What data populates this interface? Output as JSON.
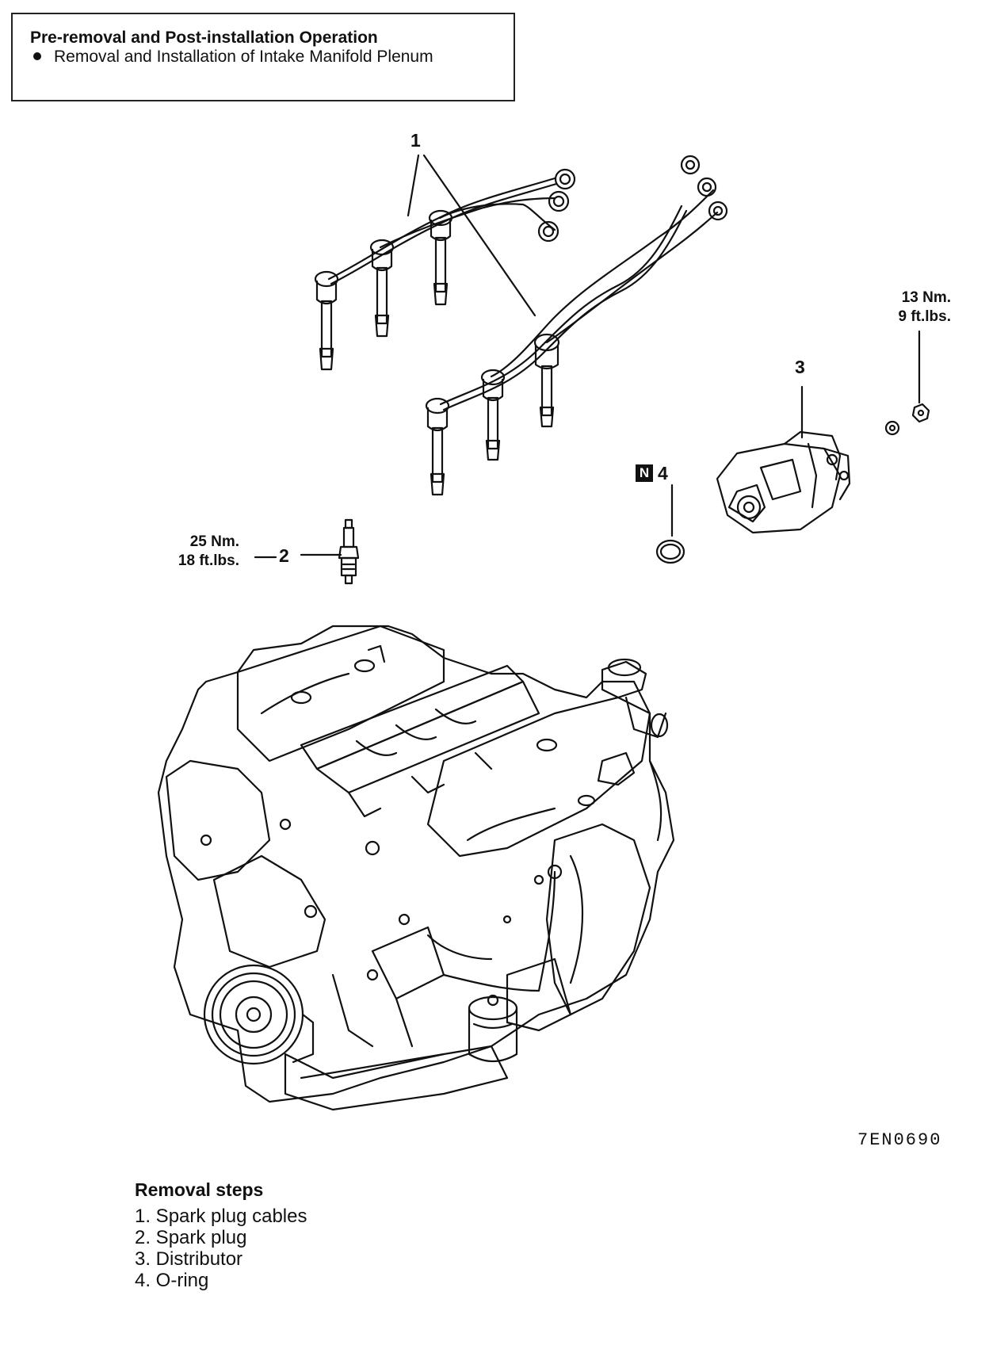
{
  "header_box": {
    "title": "Pre-removal and Post-installation Operation",
    "item": "Removal and Installation of Intake Manifold Plenum"
  },
  "callouts": {
    "c1": "1",
    "c2": "2",
    "c3": "3",
    "c4": "4",
    "n_badge": "N"
  },
  "torque": {
    "distributor_nm": "13 Nm.",
    "distributor_ftlbs": "9 ft.lbs.",
    "spark_plug_nm": "25 Nm.",
    "spark_plug_ftlbs": "18 ft.lbs."
  },
  "figure_code": "7EN0690",
  "removal_steps": {
    "title": "Removal steps",
    "items": [
      "1. Spark plug cables",
      "2. Spark plug",
      "3. Distributor",
      "4. O-ring"
    ]
  }
}
